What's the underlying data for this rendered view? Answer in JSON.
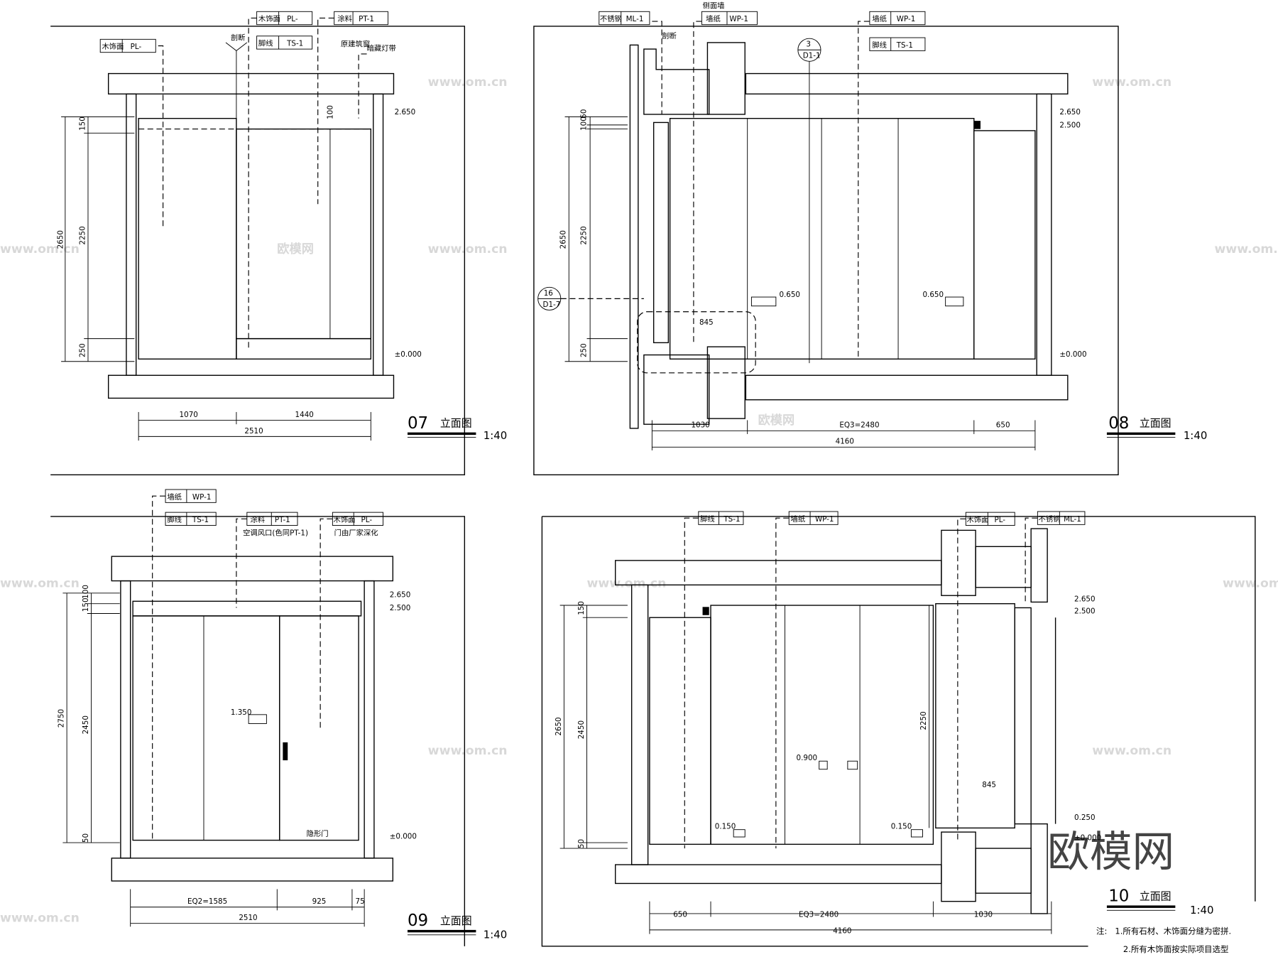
{
  "watermark": {
    "url": "www.om.cn",
    "brand": "欧模网"
  },
  "elev07": {
    "title_num": "07",
    "title_text": "立面图",
    "scale": "1:40",
    "tags": [
      {
        "name": "木饰面",
        "code": "PL-"
      },
      {
        "name": "木饰面",
        "code": "PL-"
      },
      {
        "name": "涂料",
        "code": "PT-1"
      },
      {
        "name": "脚线",
        "code": "TS-1"
      }
    ],
    "notes": {
      "break": "剖断",
      "window": "原建筑窗",
      "light": "暗藏灯带"
    },
    "levels": [
      "2.650",
      "±0.000"
    ],
    "dims_v": {
      "total": "2650",
      "top": "150",
      "mid": "2250",
      "bottom": "250",
      "light": "100"
    },
    "dims_h": {
      "a": "1070",
      "b": "1440",
      "total": "2510"
    }
  },
  "elev08": {
    "title_num": "08",
    "title_text": "立面图",
    "scale": "1:40",
    "tags": [
      {
        "name": "不锈钢",
        "code": "ML-1"
      },
      {
        "name": "墙纸",
        "code": "WP-1"
      },
      {
        "name": "墙纸",
        "code": "WP-1"
      },
      {
        "name": "脚线",
        "code": "TS-1"
      }
    ],
    "notes": {
      "side_wall": "侧面墙",
      "break": "剖断"
    },
    "callouts": [
      {
        "num": "3",
        "ref": "D1-1"
      },
      {
        "num": "16",
        "ref": "D1-7"
      }
    ],
    "levels": [
      "2.650",
      "2.500",
      "±0.000"
    ],
    "socket_heights": [
      "0.650",
      "0.650"
    ],
    "dims_v": {
      "total": "2650",
      "a": "100",
      "b": "50",
      "mid": "2250",
      "bottom": "250"
    },
    "detail_dim": "845",
    "dims_h": {
      "a": "1030",
      "b": "EQ3=2480",
      "c": "650",
      "total": "4160"
    }
  },
  "elev09": {
    "title_num": "09",
    "title_text": "立面图",
    "scale": "1:40",
    "tags": [
      {
        "name": "墙纸",
        "code": "WP-1"
      },
      {
        "name": "脚线",
        "code": "TS-1"
      },
      {
        "name": "涂料",
        "code": "PT-1"
      },
      {
        "name": "木饰面",
        "code": "PL-"
      }
    ],
    "notes": {
      "vent": "空调风口(色同PT-1)",
      "door": "门由厂家深化",
      "hidden_door": "隐形门"
    },
    "levels": [
      "2.650",
      "2.500",
      "±0.000"
    ],
    "socket_height": "1.350",
    "dims_v": {
      "total": "2750",
      "a": "150",
      "b": "100",
      "mid": "2450",
      "bottom": "50"
    },
    "dims_h": {
      "a": "EQ2=1585",
      "b": "925",
      "c": "75",
      "total": "2510"
    }
  },
  "elev10": {
    "title_num": "10",
    "title_text": "立面图",
    "scale": "1:40",
    "tags": [
      {
        "name": "脚线",
        "code": "TS-1"
      },
      {
        "name": "墙纸",
        "code": "WP-1"
      },
      {
        "name": "木饰面",
        "code": "PL-"
      },
      {
        "name": "不锈钢",
        "code": "ML-1"
      }
    ],
    "levels": [
      "2.650",
      "2.500",
      "0.250",
      "±0.000"
    ],
    "socket_heights": [
      "0.900",
      "0.150",
      "0.150"
    ],
    "dims_v": {
      "total": "2650",
      "top": "150",
      "mid": "2450",
      "bottom": "50",
      "panel": "2250"
    },
    "detail_dim": "845",
    "dims_h": {
      "a": "650",
      "b": "EQ3=2480",
      "c": "1030",
      "total": "4160"
    }
  },
  "general_notes": {
    "label": "注:",
    "items": [
      "1.所有石材、木饰面分缝为密拼.",
      "2.所有木饰面按实际项目选型"
    ]
  }
}
